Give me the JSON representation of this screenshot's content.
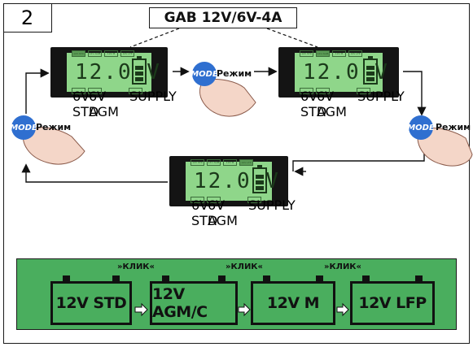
{
  "step_number": "2",
  "model": "GAB 12V/6V-4A",
  "lcd": {
    "reading": "12.0 V",
    "top_tags": [
      "12V STD",
      "12V AGM",
      "12V M",
      "12V LFP"
    ],
    "bottom_tags": [
      "6V STD",
      "6V AGM",
      "SUPPLY"
    ]
  },
  "mode": {
    "button_text": "MODE",
    "label": "Режим"
  },
  "modes": {
    "click_label": "»КЛИК«",
    "items": [
      "12V STD",
      "12V AGM/C",
      "12V M",
      "12V LFP"
    ]
  },
  "colors": {
    "lcd_screen": "#8fd68a",
    "mode_button": "#2f6fd0",
    "mode_bar": "#4aae5e"
  }
}
